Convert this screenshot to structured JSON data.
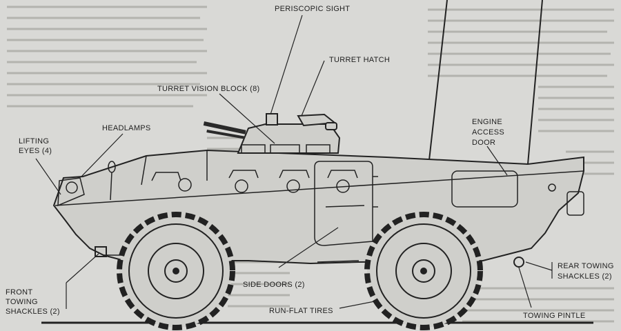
{
  "labels": {
    "periscopic_sight": "PERISCOPIC SIGHT",
    "turret_hatch": "TURRET HATCH",
    "turret_vision_block": "TURRET VISION BLOCK (8)",
    "headlamps": "HEADLAMPS",
    "lifting_eyes": [
      "LIFTING",
      "EYES (4)"
    ],
    "engine_access_door": [
      "ENGINE",
      "ACCESS",
      "DOOR"
    ],
    "side_doors": "SIDE DOORS (2)",
    "run_flat_tires": "RUN-FLAT TIRES",
    "front_towing_shackles": [
      "FRONT",
      "TOWING",
      "SHACKLES (2)"
    ],
    "rear_towing_shackles": [
      "REAR TOWING",
      "SHACKLES (2)"
    ],
    "towing_pintle": "TOWING PINTLE"
  }
}
